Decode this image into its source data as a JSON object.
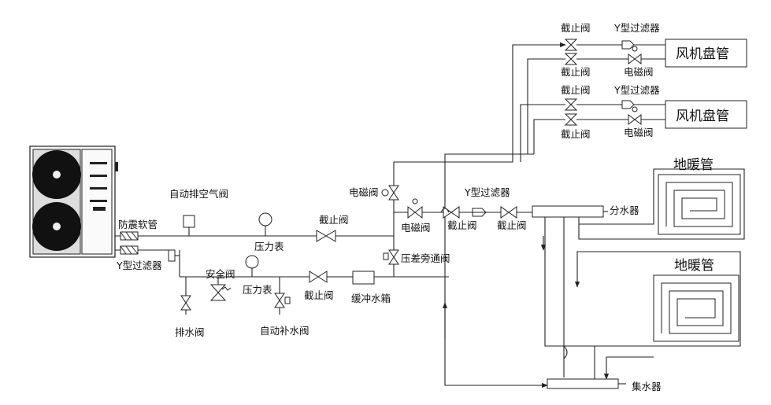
{
  "labels": {
    "auto_air_vent": "自动排空气阀",
    "anti_vibration_hose": "防震软管",
    "y_filter_main": "Y型过滤器",
    "pressure_gauge_top": "压力表",
    "stop_valve_main": "截止阀",
    "solenoid_valve_upper": "电磁阀",
    "solenoid_valve_mid": "电磁阀",
    "differential_bypass_valve": "压差旁通阀",
    "safety_valve": "安全阀",
    "pressure_gauge_bottom": "压力表",
    "stop_valve_bottom": "截止阀",
    "buffer_tank": "缓冲水箱",
    "drain_valve": "排水阀",
    "auto_fill_valve": "自动补水阀",
    "floor_stop_valve_left": "截止阀",
    "floor_stop_valve_right": "截止阀",
    "floor_y_filter": "Y型过滤器",
    "water_distributor": "分水器",
    "water_collector": "集水器",
    "floor_heating_upper": "地暖管",
    "floor_heating_lower": "地暖管",
    "fcu_upper_stop_top": "截止阀",
    "fcu_upper_stop_bottom": "截止阀",
    "fcu_upper_filter": "Y型过滤器",
    "fcu_upper_solenoid": "电磁阀",
    "fcu_upper": "风机盘管",
    "fcu_lower_stop_top": "截止阀",
    "fcu_lower_stop_bottom": "截止阀",
    "fcu_lower_filter": "Y型过滤器",
    "fcu_lower_solenoid": "电磁阀",
    "fcu_lower": "风机盘管"
  }
}
